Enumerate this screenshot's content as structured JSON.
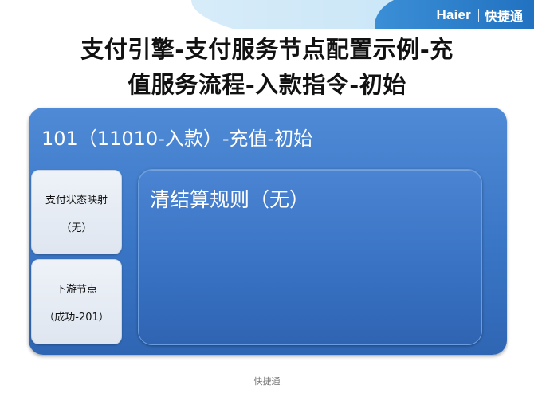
{
  "brand": {
    "logo_text": "Haier",
    "name": "快捷通"
  },
  "slide": {
    "title_line1": "支付引擎-支付服务节点配置示例-充",
    "title_line2": "值服务流程-入款指令-初始"
  },
  "panel": {
    "heading": "101（11010-入款）-充值-初始",
    "side_boxes": [
      {
        "line1": "支付状态映射",
        "line2": "（无）"
      },
      {
        "line1": "下游节点",
        "line2": "（成功-201）"
      }
    ],
    "rule_title": "清结算规则（无）"
  },
  "footer": {
    "label": "快捷通"
  },
  "colors": {
    "panel_blue": "#3a76c6",
    "banner_blue": "#1d6dbd",
    "side_box_bg": "#e6ecf4"
  }
}
